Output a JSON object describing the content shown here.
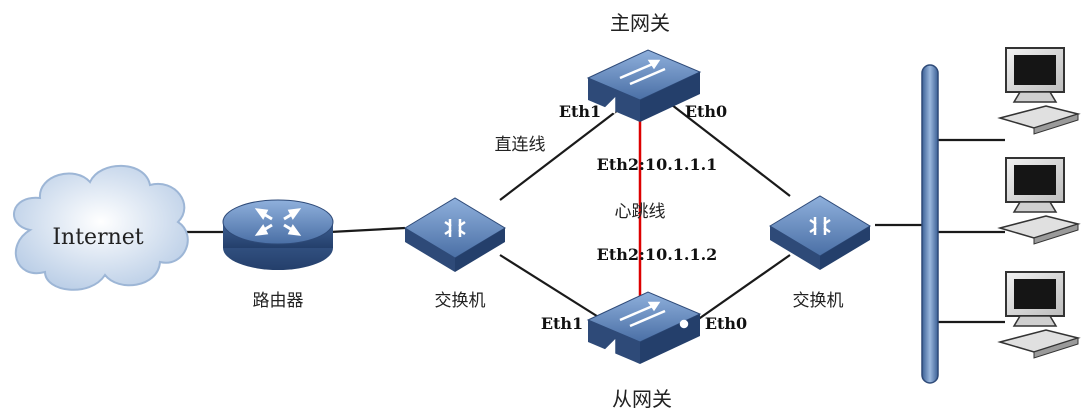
{
  "title_top": "主网关",
  "title_bottom": "从网关",
  "cloud": {
    "label": "Internet"
  },
  "router": {
    "label": "路由器"
  },
  "switch_left": {
    "label": "交换机"
  },
  "switch_right": {
    "label": "交换机"
  },
  "links": {
    "direct_line": "直连线",
    "heartbeat_line": "心跳线",
    "heartbeat_color": "#dd0000"
  },
  "master_ports": {
    "eth1": "Eth1",
    "eth0": "Eth0",
    "eth2": "Eth2:10.1.1.1"
  },
  "backup_ports": {
    "eth1": "Eth1",
    "eth0": "Eth0",
    "eth2": "Eth2:10.1.1.2"
  },
  "colors": {
    "device_blue": "#4a6fa5",
    "device_dark": "#2e4a78",
    "line": "#1a1a1a",
    "bus": "#5a7fb5"
  }
}
